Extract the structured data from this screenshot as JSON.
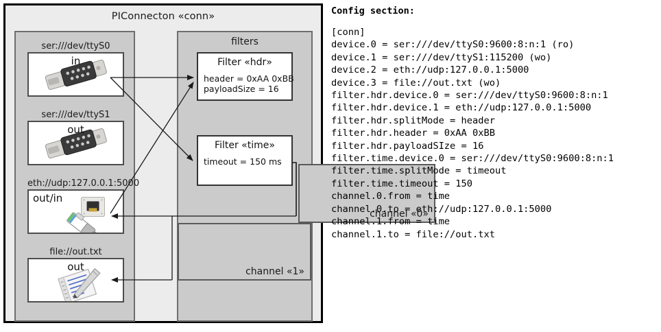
{
  "diagram": {
    "title": "PIConnecton «conn»",
    "devices_panel": {
      "name": "devices",
      "items": [
        {
          "caption": "ser:///dev/ttyS0",
          "label": "in",
          "icon": "serial-port-icon",
          "label_align": "center"
        },
        {
          "caption": "ser:///dev/ttyS1",
          "label": "out",
          "icon": "serial-port-icon",
          "label_align": "center"
        },
        {
          "caption": "eth://udp:127.0.0.1:5000",
          "label": "out/in",
          "icon": "ethernet-icon",
          "label_align": "left"
        },
        {
          "caption": "file://out.txt",
          "label": "out",
          "icon": "text-file-icon",
          "label_align": "center"
        }
      ]
    },
    "filters_panel": {
      "title": "filters",
      "filters": [
        {
          "title": "Filter «hdr»",
          "props": [
            "header = 0xAA 0xBB",
            "payloadSize = 16"
          ]
        },
        {
          "title": "Filter «time»",
          "props": [
            "timeout = 150 ms"
          ]
        }
      ],
      "channels": [
        {
          "label": "channel «0»"
        },
        {
          "label": "channel «1»"
        }
      ]
    },
    "colors": {
      "outer_border": "#000000",
      "outer_fill": "#ececec",
      "panel_fill": "#cbcbcb",
      "panel_border": "#6e6e6e",
      "box_fill": "#ffffff",
      "arrow": "#1a1a1a"
    }
  },
  "config": {
    "heading": "Config section:",
    "lines": [
      "[conn]",
      "device.0 = ser:///dev/ttyS0:9600:8:n:1 (ro)",
      "device.1 = ser:///dev/ttyS1:115200 (wo)",
      "device.2 = eth://udp:127.0.0.1:5000",
      "device.3 = file://out.txt (wo)",
      "filter.hdr.device.0 = ser:///dev/ttyS0:9600:8:n:1",
      "filter.hdr.device.1 = eth://udp:127.0.0.1:5000",
      "filter.hdr.splitMode = header",
      "filter.hdr.header = 0xAA 0xBB",
      "filter.hdr.payloadSIze = 16",
      "filter.time.device.0 = ser:///dev/ttyS0:9600:8:n:1",
      "filter.time.splitMode = timeout",
      "filter.time.timeout = 150",
      "channel.0.from = time",
      "channel.0.to = eth://udp:127.0.0.1:5000",
      "channel.1.from = time",
      "channel.1.to = file://out.txt"
    ]
  }
}
